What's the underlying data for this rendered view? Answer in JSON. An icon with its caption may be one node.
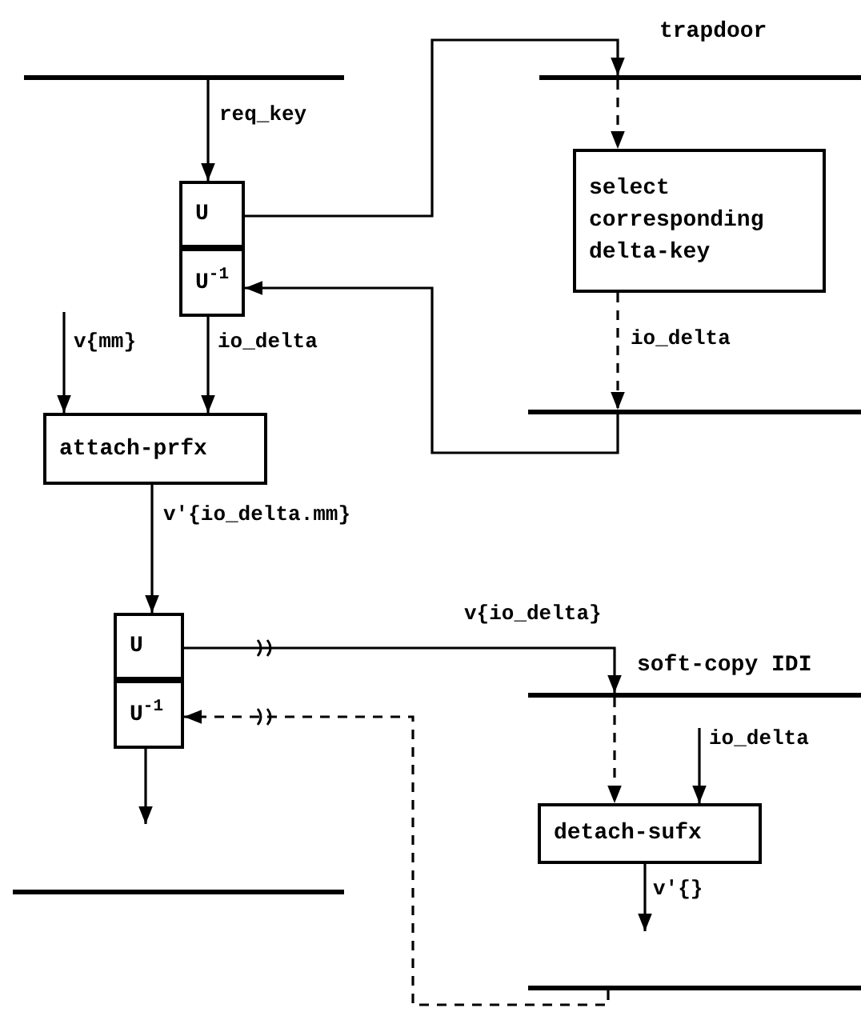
{
  "diagram": {
    "nodes": [
      {
        "text": [],
        "shape": "bar"
      },
      {
        "text": [
          "U"
        ]
      },
      {
        "text": [
          "U$^{-1}$"
        ]
      },
      {
        "text": [
          "attach-prfx"
        ]
      },
      {
        "text": [],
        "shape": "bar",
        "beside": [
          "trapdoor"
        ]
      },
      {
        "text": [
          "select corresponding delta-key"
        ]
      },
      {
        "text": [],
        "shape": "bar"
      },
      {
        "text": [
          "U"
        ]
      },
      {
        "text": [
          "U$^{-1}$"
        ]
      },
      {
        "text": [],
        "shape": "bar"
      },
      {
        "text": [],
        "shape": "bar",
        "beside": [
          "soft-copy IDI"
        ]
      },
      {
        "text": [
          "detach-sufx"
        ]
      },
      {
        "text": [],
        "shape": "bar"
      }
    ],
    "edges": [
      {
        "from": 0,
        "to": 1,
        "arrow": "to",
        "label": "req_key"
      },
      {
        "from": 1,
        "to": 4,
        "arrow": "to"
      },
      {
        "from": 4,
        "to": 5,
        "arrow": "to",
        "style": "dashed"
      },
      {
        "from": 5,
        "to": 6,
        "arrow": "to",
        "style": "dashed",
        "label": "io_delta"
      },
      {
        "from": 6,
        "to": 2,
        "arrow": "to"
      },
      {
        "from": 2,
        "to": 3,
        "arrow": "to",
        "label": "io_delta"
      },
      {
        "from": null,
        "to": 3,
        "arrow": "to",
        "label": "v{mm}"
      },
      {
        "from": 3,
        "to": 7,
        "arrow": "to",
        "label": "v'{io_delta.mm}"
      },
      {
        "from": 7,
        "to": 10,
        "arrow": "to",
        "label": "v{io_delta}"
      },
      {
        "from": 10,
        "to": 11,
        "arrow": "to",
        "style": "dashed"
      },
      {
        "from": null,
        "to": 11,
        "arrow": "to",
        "label": "io_delta"
      },
      {
        "from": 11,
        "to": null,
        "arrow": "to",
        "label": "v'{}"
      },
      {
        "from": 12,
        "to": 8,
        "arrow": "to",
        "style": "dashed"
      },
      {
        "from": 8,
        "to": null,
        "arrow": "to"
      }
    ]
  }
}
